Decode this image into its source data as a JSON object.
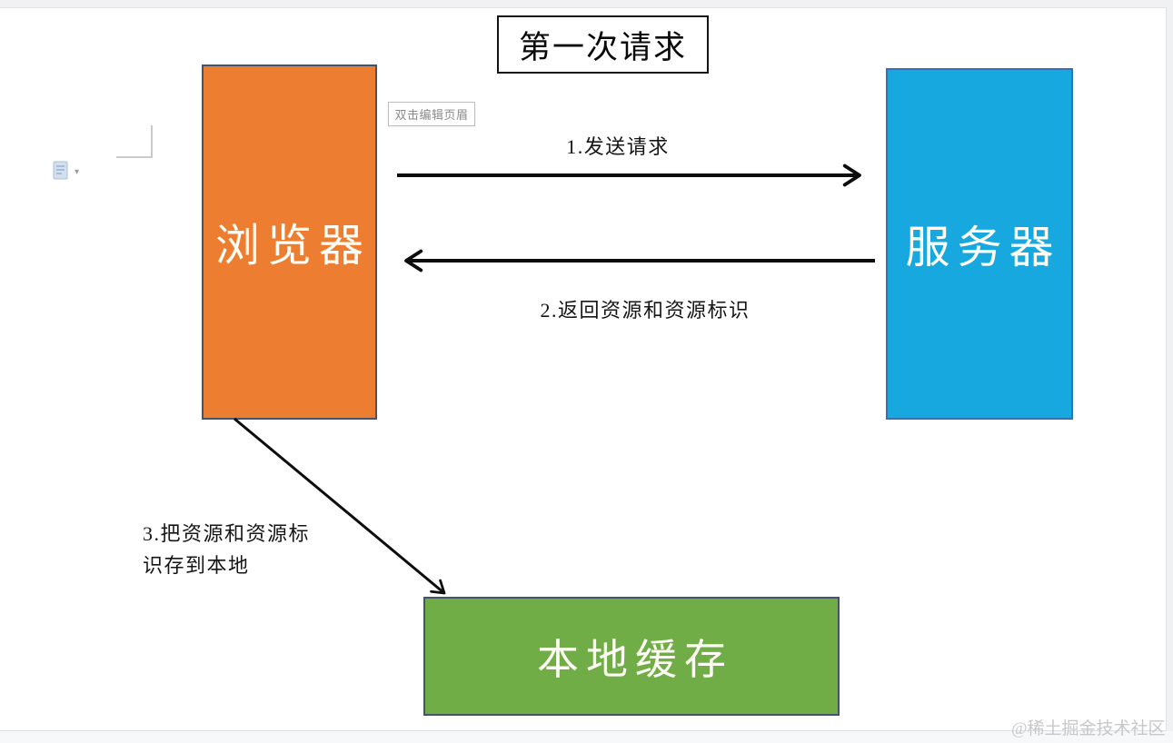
{
  "title_box": {
    "label": "第一次请求"
  },
  "header_tooltip": {
    "label": "双击编辑页眉"
  },
  "paste_button": {
    "dropdown_glyph": "▾"
  },
  "diagram": {
    "nodes": [
      {
        "id": "browser",
        "label": "浏览器",
        "fill": "#ED7D31",
        "border": "#44546A"
      },
      {
        "id": "server",
        "label": "服务器",
        "fill": "#17A8E0",
        "border": "#2E75B6"
      },
      {
        "id": "local-cache",
        "label": "本地缓存",
        "fill": "#70AD47",
        "border": "#44546A"
      }
    ],
    "edges": [
      {
        "from": "browser",
        "to": "server",
        "label": "1.发送请求"
      },
      {
        "from": "server",
        "to": "browser",
        "label": "2.返回资源和资源标识"
      },
      {
        "from": "browser",
        "to": "local-cache",
        "label": "3.把资源和资源标识存到本地",
        "label_lines": [
          "3.把资源和资源标",
          "识存到本地"
        ]
      }
    ],
    "arrow_color": "#0d0d0d"
  },
  "watermark": {
    "label": "@稀土掘金技术社区"
  }
}
